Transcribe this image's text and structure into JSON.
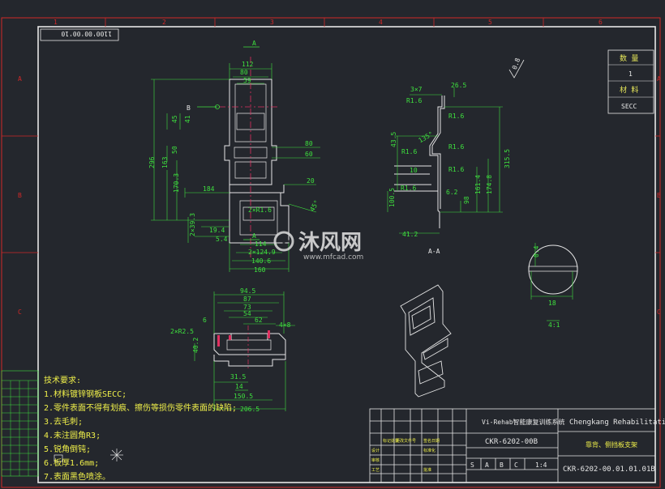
{
  "zones": {
    "top": [
      "1",
      "2",
      "3",
      "4",
      "5",
      "6"
    ],
    "side": [
      "A",
      "B",
      "C"
    ]
  },
  "stamp": "1100'00'00'10",
  "section_marks": {
    "a_top": "A",
    "a_bottom": "A",
    "b_left": "B",
    "aa_label": "A-A"
  },
  "front_view_dims": [
    "112",
    "80",
    "59",
    "45",
    "41",
    "50",
    "80",
    "60",
    "296",
    "163",
    "170.3",
    "184",
    "20",
    "2×R1.6",
    "45°",
    "2×39.3",
    "19.4",
    "5.4",
    "114",
    "2×124.9",
    "140.6",
    "160"
  ],
  "section_dims": [
    "3×7",
    "26.5",
    "R1.6",
    "R1.6",
    "R1.6",
    "135°",
    "43.5",
    "R1.6",
    "10",
    "R1.6",
    "R1.6",
    "6.2",
    "100.5",
    "98",
    "161.4",
    "174.8",
    "315.5",
    "41.2"
  ],
  "bottom_view_dims": [
    "94.5",
    "87",
    "73",
    "54",
    "62",
    "2×R2.5",
    "6",
    "4×8",
    "40.2",
    "31.5",
    "14",
    "150.5",
    "206.5"
  ],
  "detail_dims": [
    "0.4",
    "18",
    "4:1"
  ],
  "roughness": "0.8",
  "bom_table": {
    "h1": "数 量",
    "v1": "1",
    "h2": "材 料",
    "v2": "SECC"
  },
  "notes": {
    "title": "技术要求:",
    "lines": [
      "1.材料镀锌钢板SECC;",
      "2.零件表面不得有划痕、擦伤等损伤零件表面的缺陷;",
      "3.去毛刺;",
      "4.未注圆角R3;",
      "5.锐角倒钝;",
      "6.板厚1.6mm;",
      "7.表面黑色喷涂。"
    ]
  },
  "title_block": {
    "project": "Vi-Rehab智能康复训练系统",
    "code": "CKR-6202-00B",
    "company": "Chengkang Rehabilitation",
    "part_name": "靠背、侧挡板支架",
    "drawing_no": "CKR-6202-00.01.01.01B",
    "stages": [
      "S",
      "A",
      "B",
      "C"
    ],
    "scale": "1:4",
    "cells": [
      "标记处数",
      "更改文件号",
      "签名日期",
      "设计",
      "标准化",
      "审核",
      "工艺",
      "批准"
    ]
  },
  "watermark": {
    "brand": "沐风网",
    "url": "www.mfcad.com"
  },
  "colors": {
    "bg": "#24272d",
    "line": "#e6e6e6",
    "dim": "#3ee03e",
    "note": "#f0f04a",
    "mark": "#e03060"
  }
}
